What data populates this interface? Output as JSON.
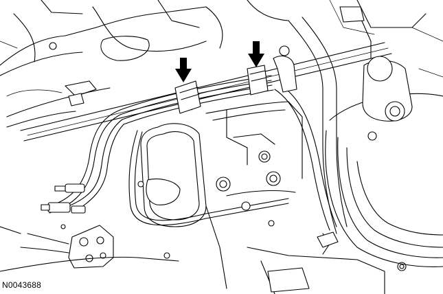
{
  "figure": {
    "code": "N0043688"
  },
  "colors": {
    "line": "#000000",
    "background": "#ffffff",
    "shade": "#bcbcbc"
  },
  "callouts": [
    {
      "icon": "arrow-down-icon",
      "target": "brake-line-clip-left"
    },
    {
      "icon": "arrow-down-icon",
      "target": "brake-line-clip-right"
    }
  ]
}
